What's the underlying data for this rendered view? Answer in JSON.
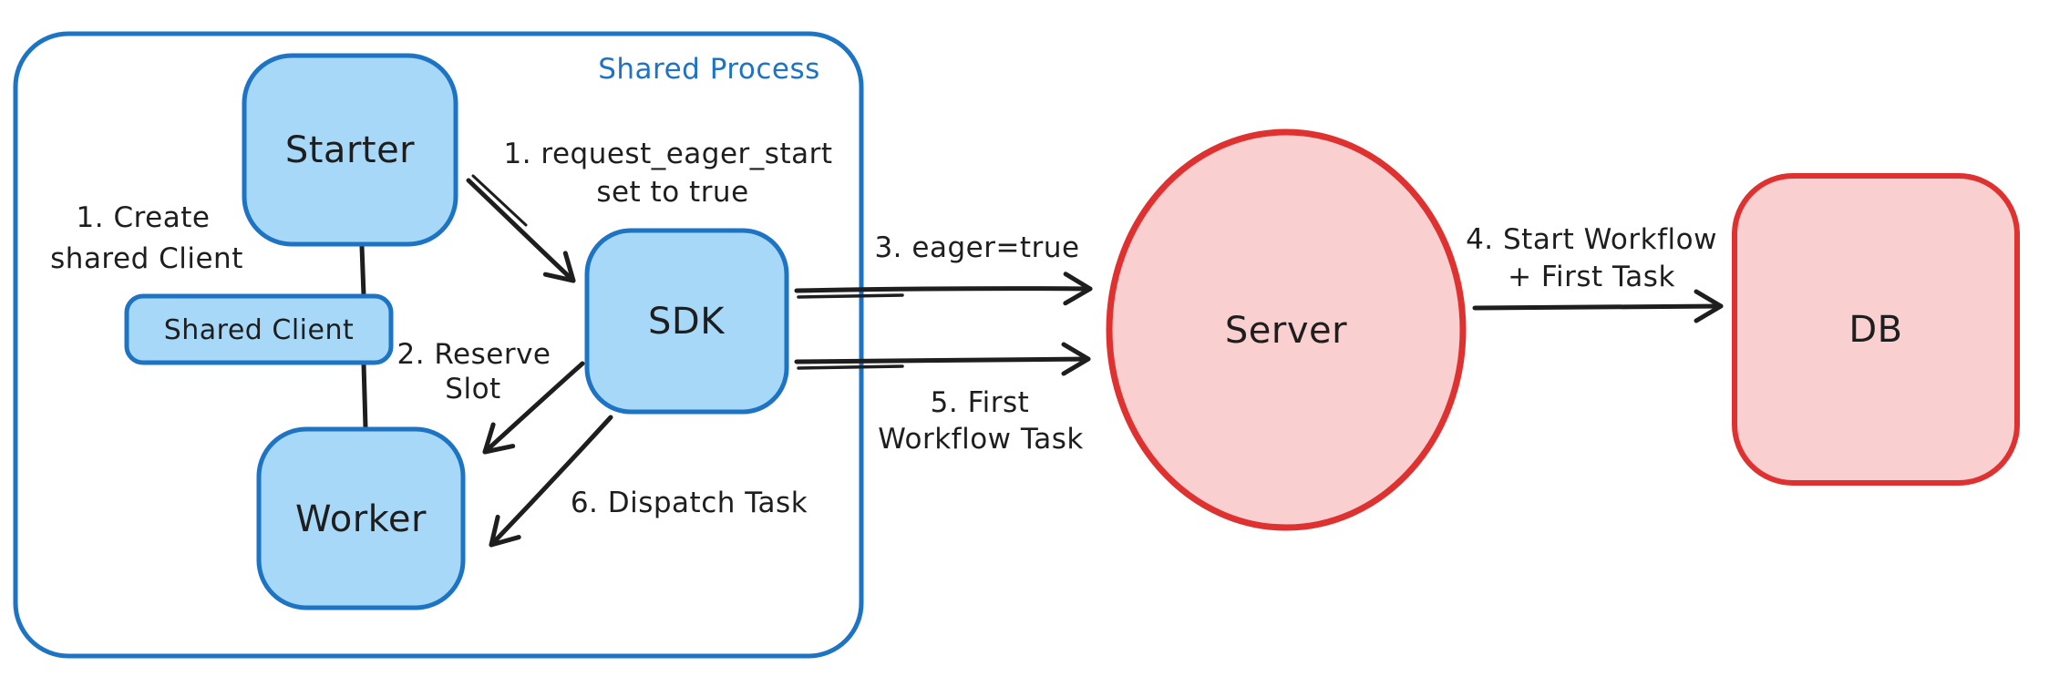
{
  "diagram": {
    "container_title": "Shared Process",
    "colors": {
      "blue_stroke": "#1d73c4",
      "blue_fill": "#a8d8f8",
      "red_stroke": "#e03131",
      "red_fill": "#f9cfcf",
      "ink": "#1e1e1e"
    },
    "nodes": {
      "starter": {
        "label": "Starter"
      },
      "shared_client": {
        "label": "Shared Client"
      },
      "worker": {
        "label": "Worker"
      },
      "sdk": {
        "label": "SDK"
      },
      "server": {
        "label": "Server"
      },
      "db": {
        "label": "DB"
      }
    },
    "annotations": {
      "create_shared_client": {
        "line1": "1. Create",
        "line2": "shared Client"
      },
      "request_eager_start": {
        "line1": "1. request_eager_start",
        "line2": "set to true"
      },
      "reserve_slot": {
        "line1": "2. Reserve",
        "line2": "Slot"
      },
      "eager_true": {
        "line1": "3. eager=true"
      },
      "start_workflow": {
        "line1": "4. Start Workflow",
        "line2": "+ First Task"
      },
      "first_workflow_task": {
        "line1": "5. First",
        "line2": "Workflow Task"
      },
      "dispatch_task": {
        "line1": "6. Dispatch Task"
      }
    }
  }
}
